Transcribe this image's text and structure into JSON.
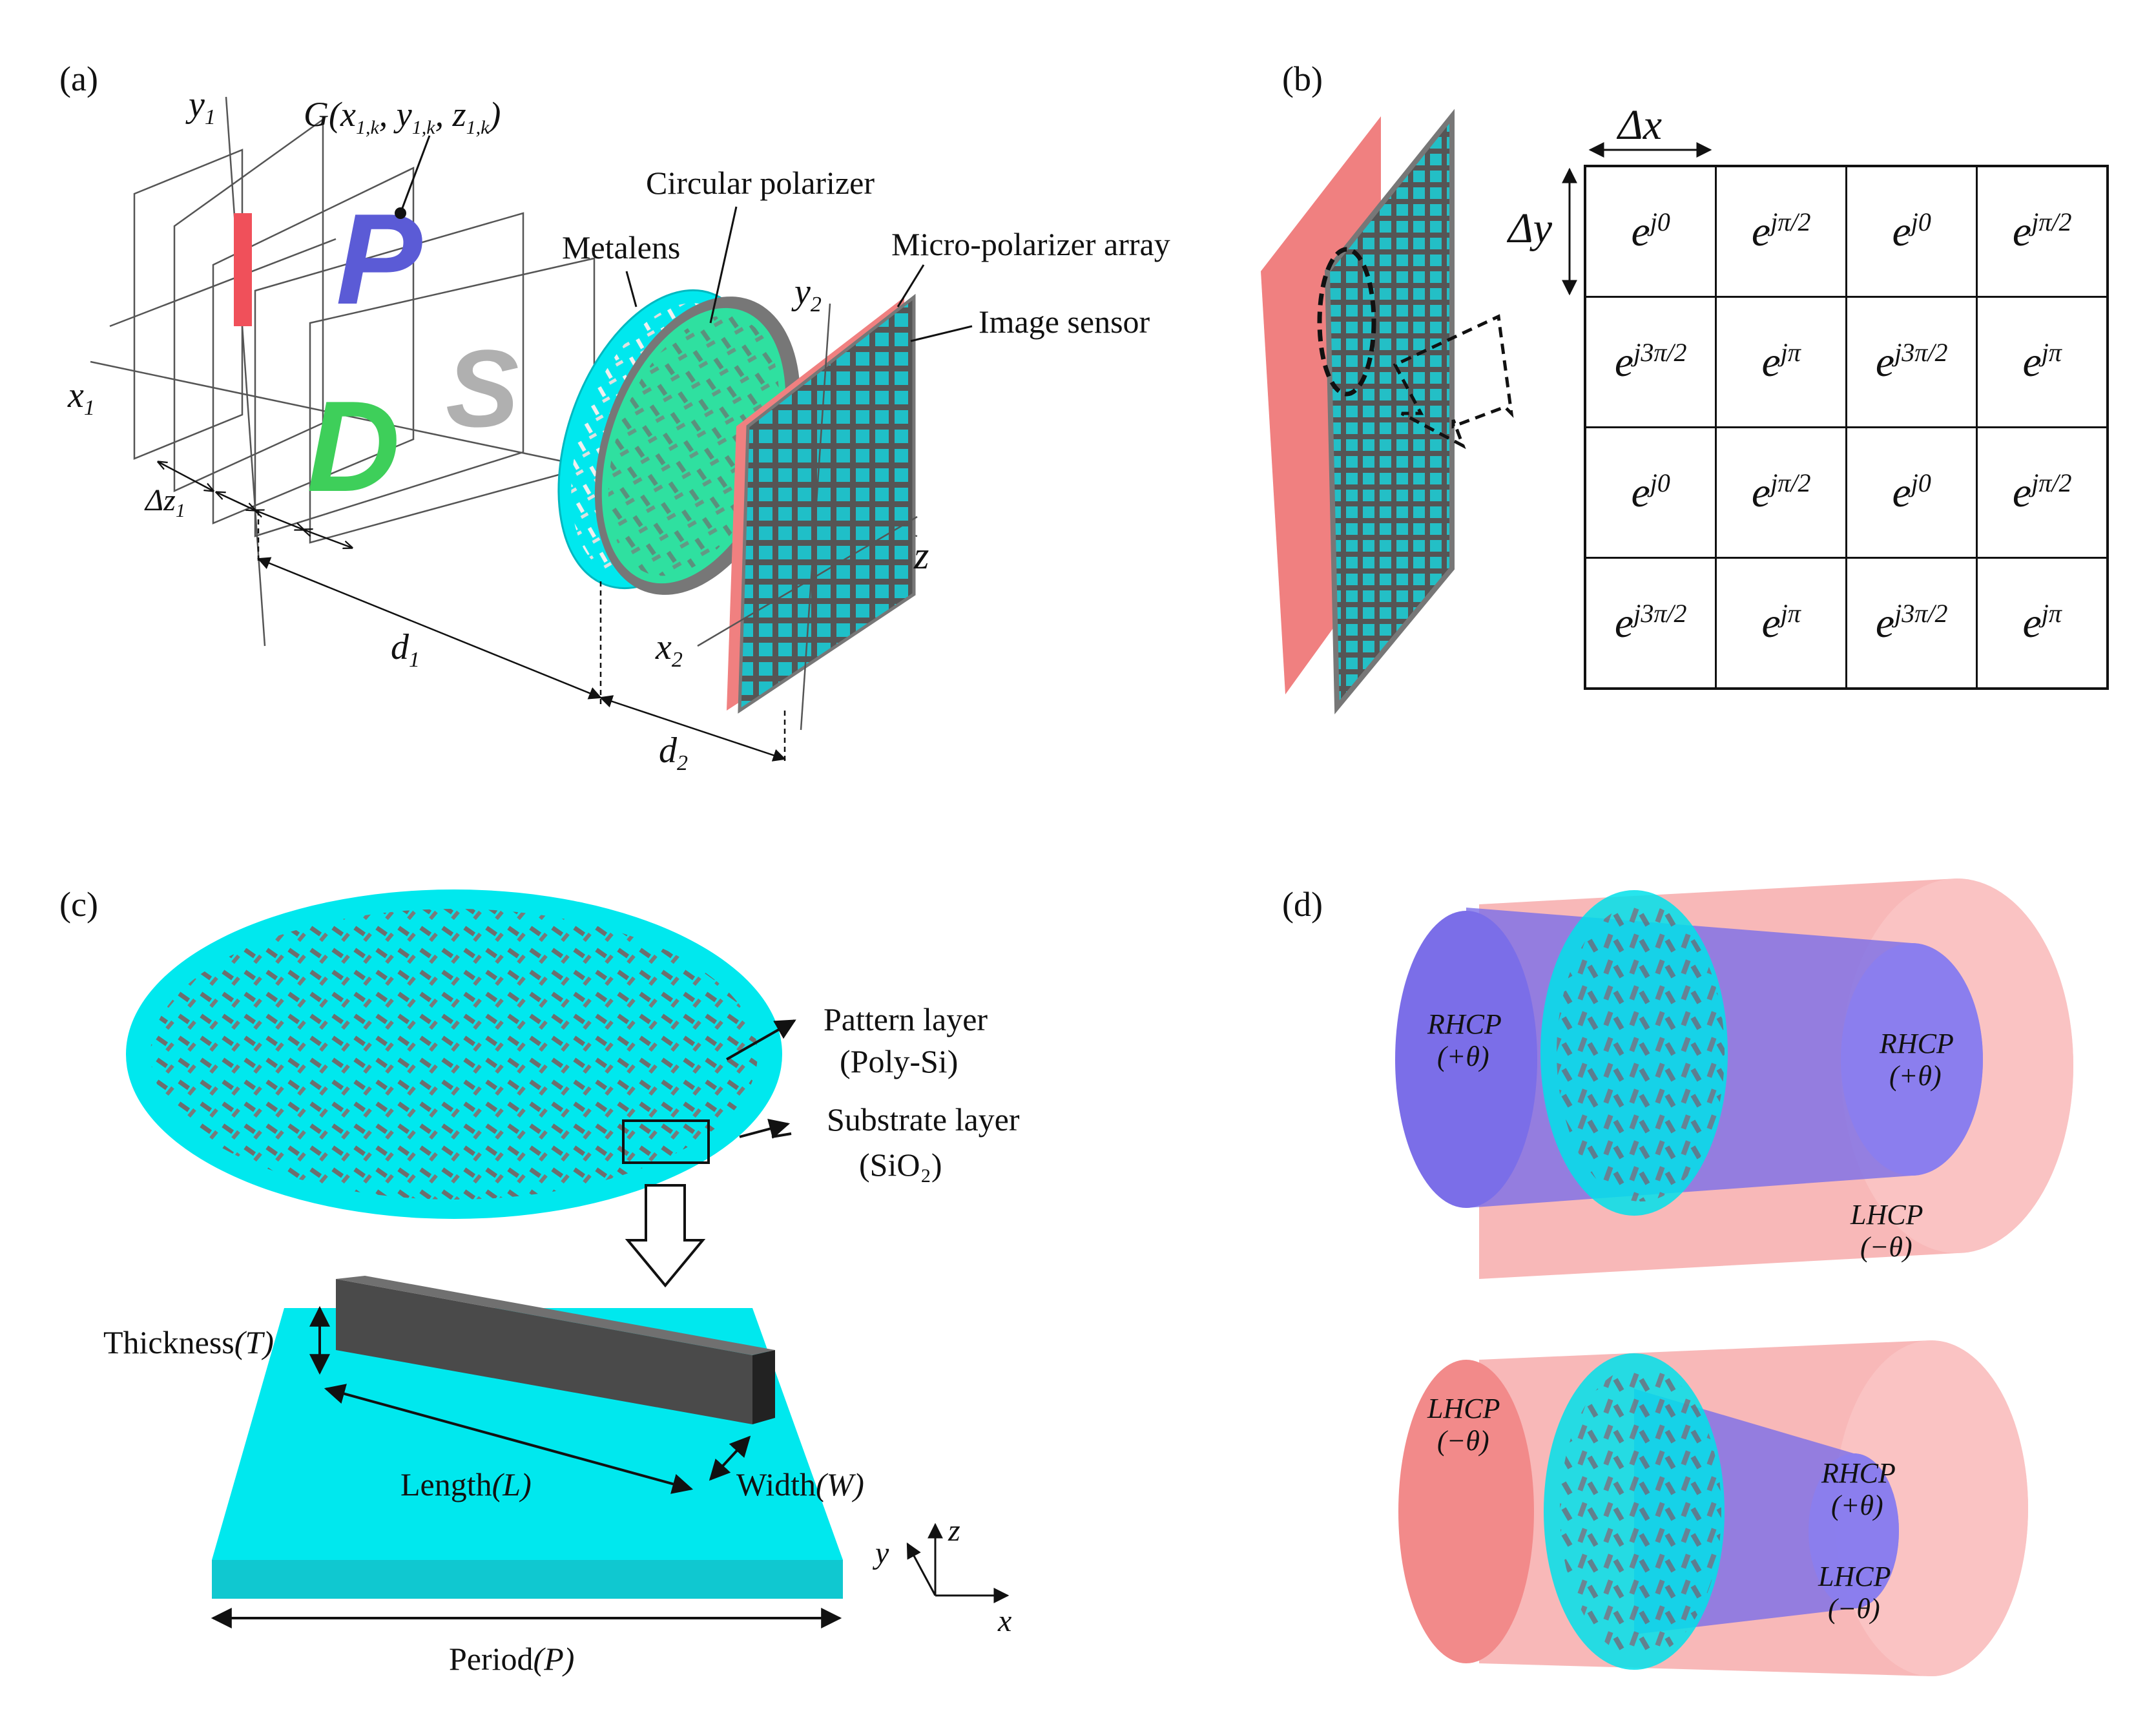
{
  "panels": {
    "a": {
      "label": "(a)",
      "y1": "y",
      "y1_sub": "1",
      "x1": "x",
      "x1_sub": "1",
      "G_label": "G(x",
      "G_sub1": "1,k",
      "G_mid1": ", y",
      "G_sub2": "1,k",
      "G_mid2": ", z",
      "G_sub3": "1,k",
      "G_end": ")",
      "letters": [
        "I",
        "P",
        "D",
        "S"
      ],
      "letter_colors": [
        "#f0505a",
        "#5b5bd6",
        "#3ecf5a",
        "#b0b0b0"
      ],
      "metalens": "Metalens",
      "circular_polarizer": "Circular polarizer",
      "micro_polarizer": "Micro-polarizer array",
      "image_sensor": "Image sensor",
      "y2": "y",
      "y2_sub": "2",
      "x2": "x",
      "x2_sub": "2",
      "z": "z",
      "dz": "Δz",
      "dz_sub": "1",
      "d1": "d",
      "d1_sub": "1",
      "d2": "d",
      "d2_sub": "2"
    },
    "b": {
      "label": "(b)",
      "dx": "Δx",
      "dy": "Δy",
      "grid": [
        [
          "e^{j0}",
          "e^{jπ/2}",
          "e^{j0}",
          "e^{jπ/2}"
        ],
        [
          "e^{j3π/2}",
          "e^{jπ}",
          "e^{j3π/2}",
          "e^{jπ}"
        ],
        [
          "e^{j0}",
          "e^{jπ/2}",
          "e^{j0}",
          "e^{jπ/2}"
        ],
        [
          "e^{j3π/2}",
          "e^{jπ}",
          "e^{j3π/2}",
          "e^{jπ}"
        ]
      ]
    },
    "c": {
      "label": "(c)",
      "pattern_layer": "Pattern layer",
      "pattern_material": "(Poly-Si)",
      "substrate_layer": "Substrate layer",
      "substrate_material": "(SiO₂)",
      "thickness": "Thickness",
      "thickness_sym": "(T)",
      "length": "Length",
      "length_sym": "(L)",
      "width": "Width",
      "width_sym": "(W)",
      "period": "Period",
      "period_sym": "(P)",
      "axis_x": "x",
      "axis_y": "y",
      "axis_z": "z"
    },
    "d": {
      "label": "(d)",
      "top_in": "RHCP",
      "top_in_angle": "(+θ)",
      "top_out1": "RHCP",
      "top_out1_angle": "(+θ)",
      "top_out2": "LHCP",
      "top_out2_angle": "(−θ)",
      "bot_in": "LHCP",
      "bot_in_angle": "(−θ)",
      "bot_out1": "RHCP",
      "bot_out1_angle": "(+θ)",
      "bot_out2": "LHCP",
      "bot_out2_angle": "(−θ)"
    }
  },
  "colors": {
    "cyan": "#00e8ee",
    "sensor_red": "#f08080",
    "pillar_gray": "#6e6e6e",
    "beam_blue": "#7b6ee8",
    "beam_red": "#f6a0a0",
    "green_polarizer": "#2fe0a0"
  }
}
